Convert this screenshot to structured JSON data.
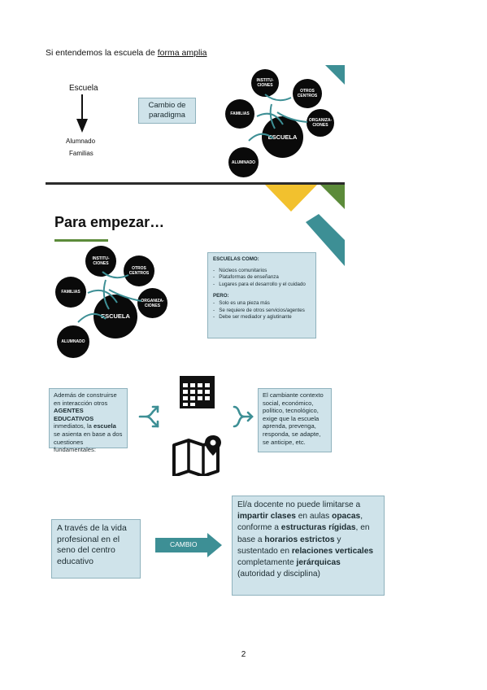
{
  "heading": {
    "prefix": "Si entendemos la escuela de ",
    "link": "forma amplia"
  },
  "slide1": {
    "escuela": "Escuela",
    "alumnado": "Alumnado",
    "familias": "Familias",
    "paradigm": "Cambio de paradigma",
    "bubbles": {
      "instituciones": "INSTITU-CIONES",
      "otros": "OTROS CENTROS",
      "familias": "FAMILIAS",
      "organizaciones": "ORGANIZA-CIONES",
      "escuela": "ESCUELA",
      "alumnado": "ALUMNADO"
    }
  },
  "slide2": {
    "title": "Para empezar…",
    "box_title": "ESCUELAS COMO:",
    "items": [
      "Núcleos comunitarios",
      "Plataformas de enseñanza",
      "Lugares para el desarrollo y el cuidado"
    ],
    "pero_title": "PERO:",
    "pero_items": [
      "Solo es una pieza más",
      "Se requiere de otros servicios/agentes",
      "Debe ser mediador y aglutinante"
    ],
    "bubbles": {
      "instituciones": "INSTITU-CIONES",
      "otros": "OTROS CENTROS",
      "familias": "FAMILIAS",
      "organizaciones": "ORGANIZA-CIONES",
      "escuela": "ESCUELA",
      "alumnado": "ALUMNADO"
    }
  },
  "middle": {
    "left_1": "Además de construirse en interacción otros ",
    "left_bold1": "AGENTES EDUCATIVOS",
    "left_2": " inmediatos, la ",
    "left_bold2": "escuela",
    "left_3": " se asienta en base a dos cuestiones fundamentales:",
    "right": "El cambiante contexto social, económico, político, tecnológico, exige que la escuela aprenda, prevenga, responda, se adapte, se anticipe, etc."
  },
  "bottom": {
    "left": "A través de la vida profesional en el seno del centro educativo",
    "arrow": "CAMBIO",
    "r1": "El/a docente no puede limitarse a ",
    "b1": "impartir clases",
    "r2": " en aulas ",
    "b2": "opacas",
    "r3": ", conforme a ",
    "b3": "estructuras rígidas",
    "r4": ", en base a ",
    "b4": "horarios estrictos",
    "r5": " y sustentado en ",
    "b5": "relaciones verticales",
    "r6": " completamente ",
    "b6": "jerárquicas",
    "r7": " (autoridad y disciplina)"
  },
  "page_number": "2",
  "colors": {
    "teal": "#3d8f95",
    "yellow": "#f2c12e",
    "green": "#5c8b3a",
    "box": "#cfe3ea"
  }
}
